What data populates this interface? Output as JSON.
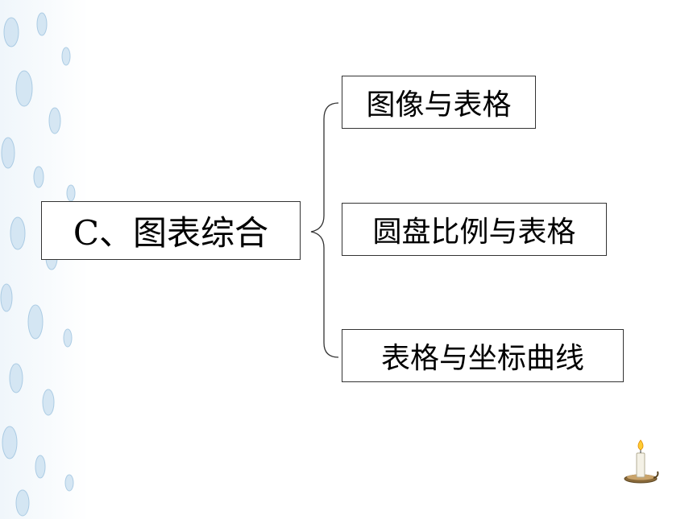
{
  "diagram": {
    "root": {
      "label": "C、图表综合"
    },
    "branches": [
      {
        "label": "图像与表格"
      },
      {
        "label": "圆盘比例与表格"
      },
      {
        "label": "表格与坐标曲线"
      }
    ]
  },
  "colors": {
    "border": "#333333",
    "bubble": "#cfe3f2",
    "bubble_dark": "#9fc4e0"
  },
  "icons": {
    "background": "bubbles-decoration",
    "corner": "candle-icon"
  }
}
